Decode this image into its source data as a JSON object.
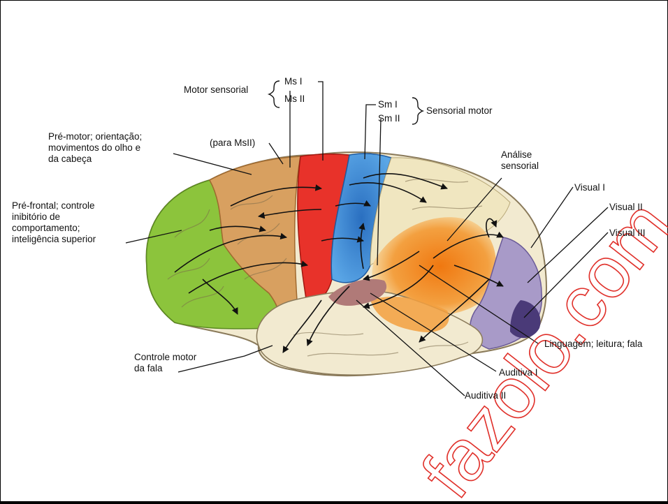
{
  "labels": {
    "motor_sensorial": "Motor sensorial",
    "ms1": "Ms I",
    "ms2": "Ms II",
    "sm1": "Sm I",
    "sm2": "Sm II",
    "sensorial_motor": "Sensorial motor",
    "para_msii": "(para MsII)",
    "pre_motor": "Pré-motor; orientação;\nmovimentos do olho e\nda cabeça",
    "pre_frontal": "Pré-frontal; controle\ninibitório de\ncomportamento;\ninteligência superior",
    "analise_sensorial": "Análise\nsensorial",
    "visual1": "Visual I",
    "visual2": "Visual II",
    "visual3": "Visual III",
    "linguagem": "Linguagem; leitura; fala",
    "controle_motor": "Controle motor\nda fala",
    "auditiva1": "Auditiva I",
    "auditiva2": "Auditiva II"
  },
  "watermark": "fazolo.com",
  "colors": {
    "prefrontal": "#8cc43c",
    "premotor": "#d8a060",
    "motor": "#e8322a",
    "sensory": "#3d8fd6",
    "parietal": "#f0e6c0",
    "auditory_assoc": "#f08c1e",
    "visual": "#a89ac8",
    "temporal": "#f2ead0",
    "auditory": "#b07a78"
  }
}
